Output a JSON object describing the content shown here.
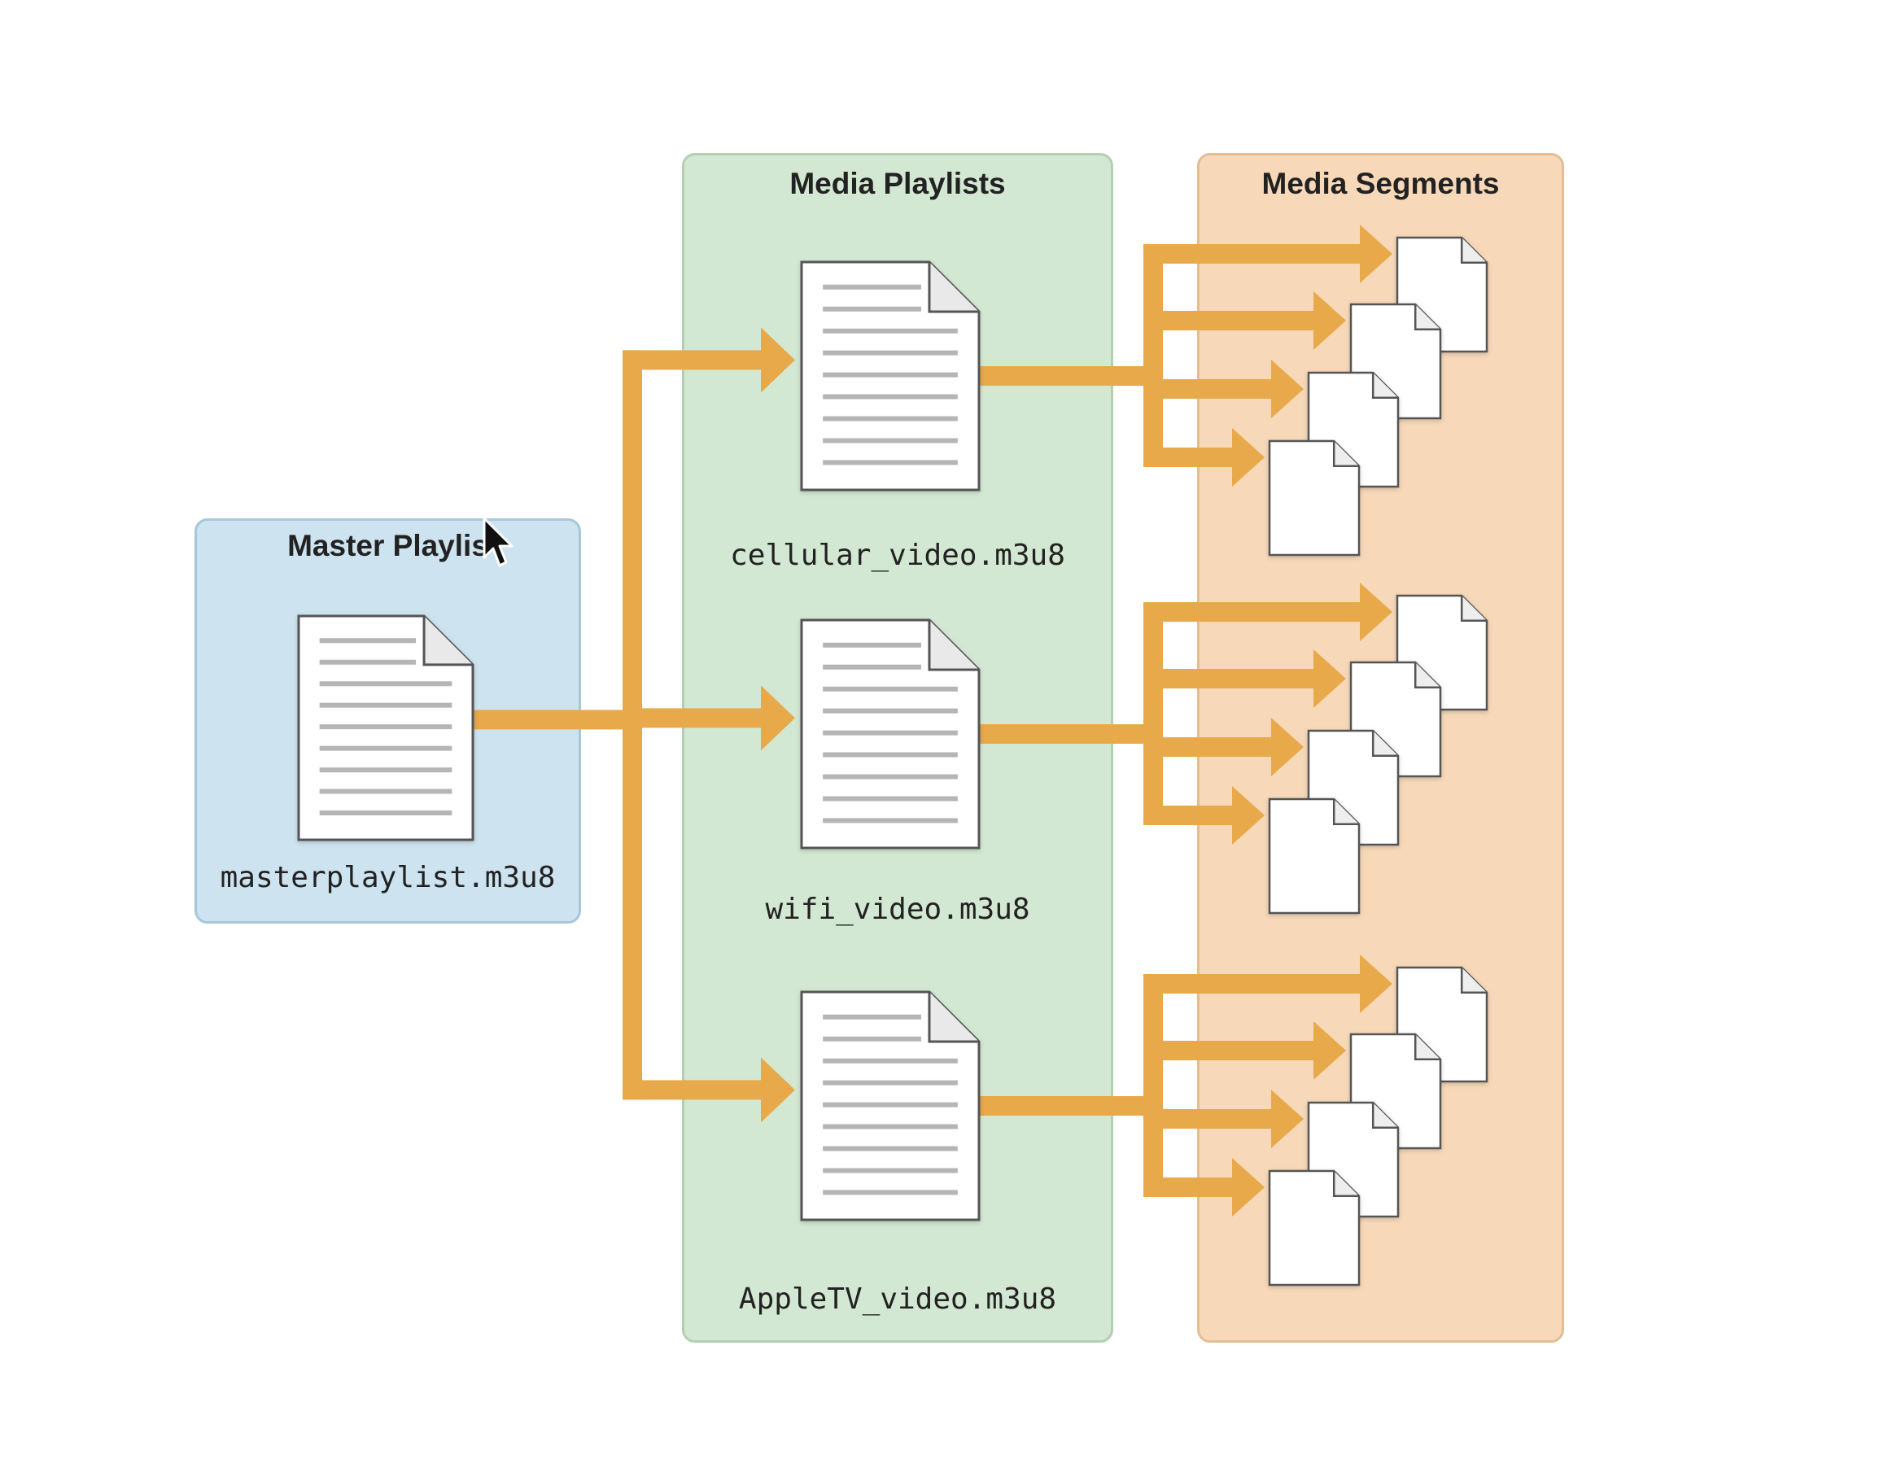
{
  "colors": {
    "arrow": "#e8a94a",
    "master_panel": "#cde3ef",
    "playlists_panel": "#d3e8d2",
    "segments_panel": "#f7d9b9"
  },
  "master": {
    "title": "Master Playlis",
    "file": "masterplaylist.m3u8"
  },
  "media_playlists": {
    "title": "Media Playlists",
    "files": [
      "cellular_video.m3u8",
      "wifi_video.m3u8",
      "AppleTV_video.m3u8"
    ]
  },
  "media_segments": {
    "title": "Media Segments",
    "segments_per_playlist": 4
  },
  "icons": [
    "document-icon",
    "cursor-icon"
  ]
}
